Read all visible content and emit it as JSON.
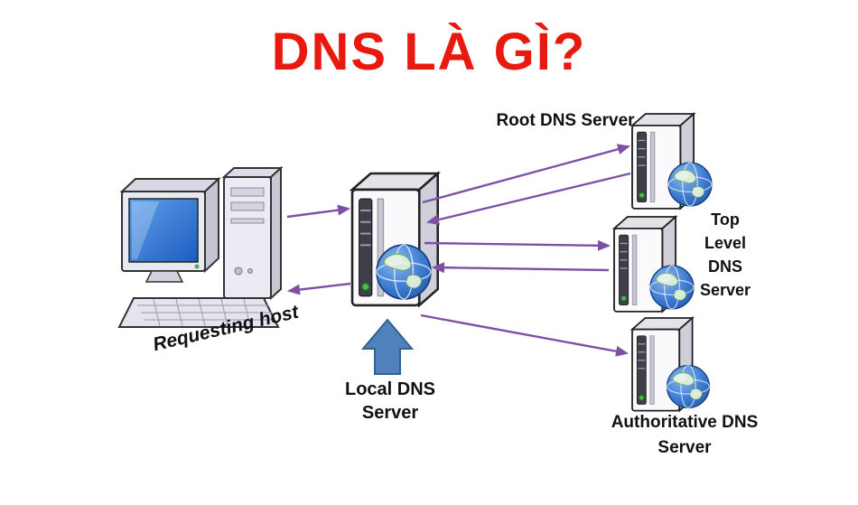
{
  "title": "DNS LÀ GÌ?",
  "colors": {
    "title": "#e8190f",
    "arrow": "#7d50a5",
    "uparrow": "#4f81bd",
    "uparrow_stroke": "#35618e",
    "label": "#111111"
  },
  "nodes": {
    "requesting_host": {
      "label": "Requesting host",
      "icon": "desktop-computer-icon"
    },
    "local_dns": {
      "label": "Local DNS Server",
      "icon": "server-tower-globe-icon"
    },
    "root_dns": {
      "label": "Root DNS Server",
      "icon": "server-tower-globe-icon"
    },
    "top_level_dns": {
      "label": "Top Level DNS Server",
      "icon": "server-tower-globe-icon"
    },
    "authoritative_dns": {
      "label": "Authoritative DNS Server",
      "icon": "server-tower-globe-icon"
    }
  },
  "edges": [
    {
      "from": "requesting_host",
      "to": "local_dns"
    },
    {
      "from": "local_dns",
      "to": "requesting_host"
    },
    {
      "from": "local_dns",
      "to": "root_dns"
    },
    {
      "from": "root_dns",
      "to": "local_dns"
    },
    {
      "from": "local_dns",
      "to": "top_level_dns"
    },
    {
      "from": "top_level_dns",
      "to": "local_dns"
    },
    {
      "from": "local_dns",
      "to": "authoritative_dns"
    }
  ]
}
